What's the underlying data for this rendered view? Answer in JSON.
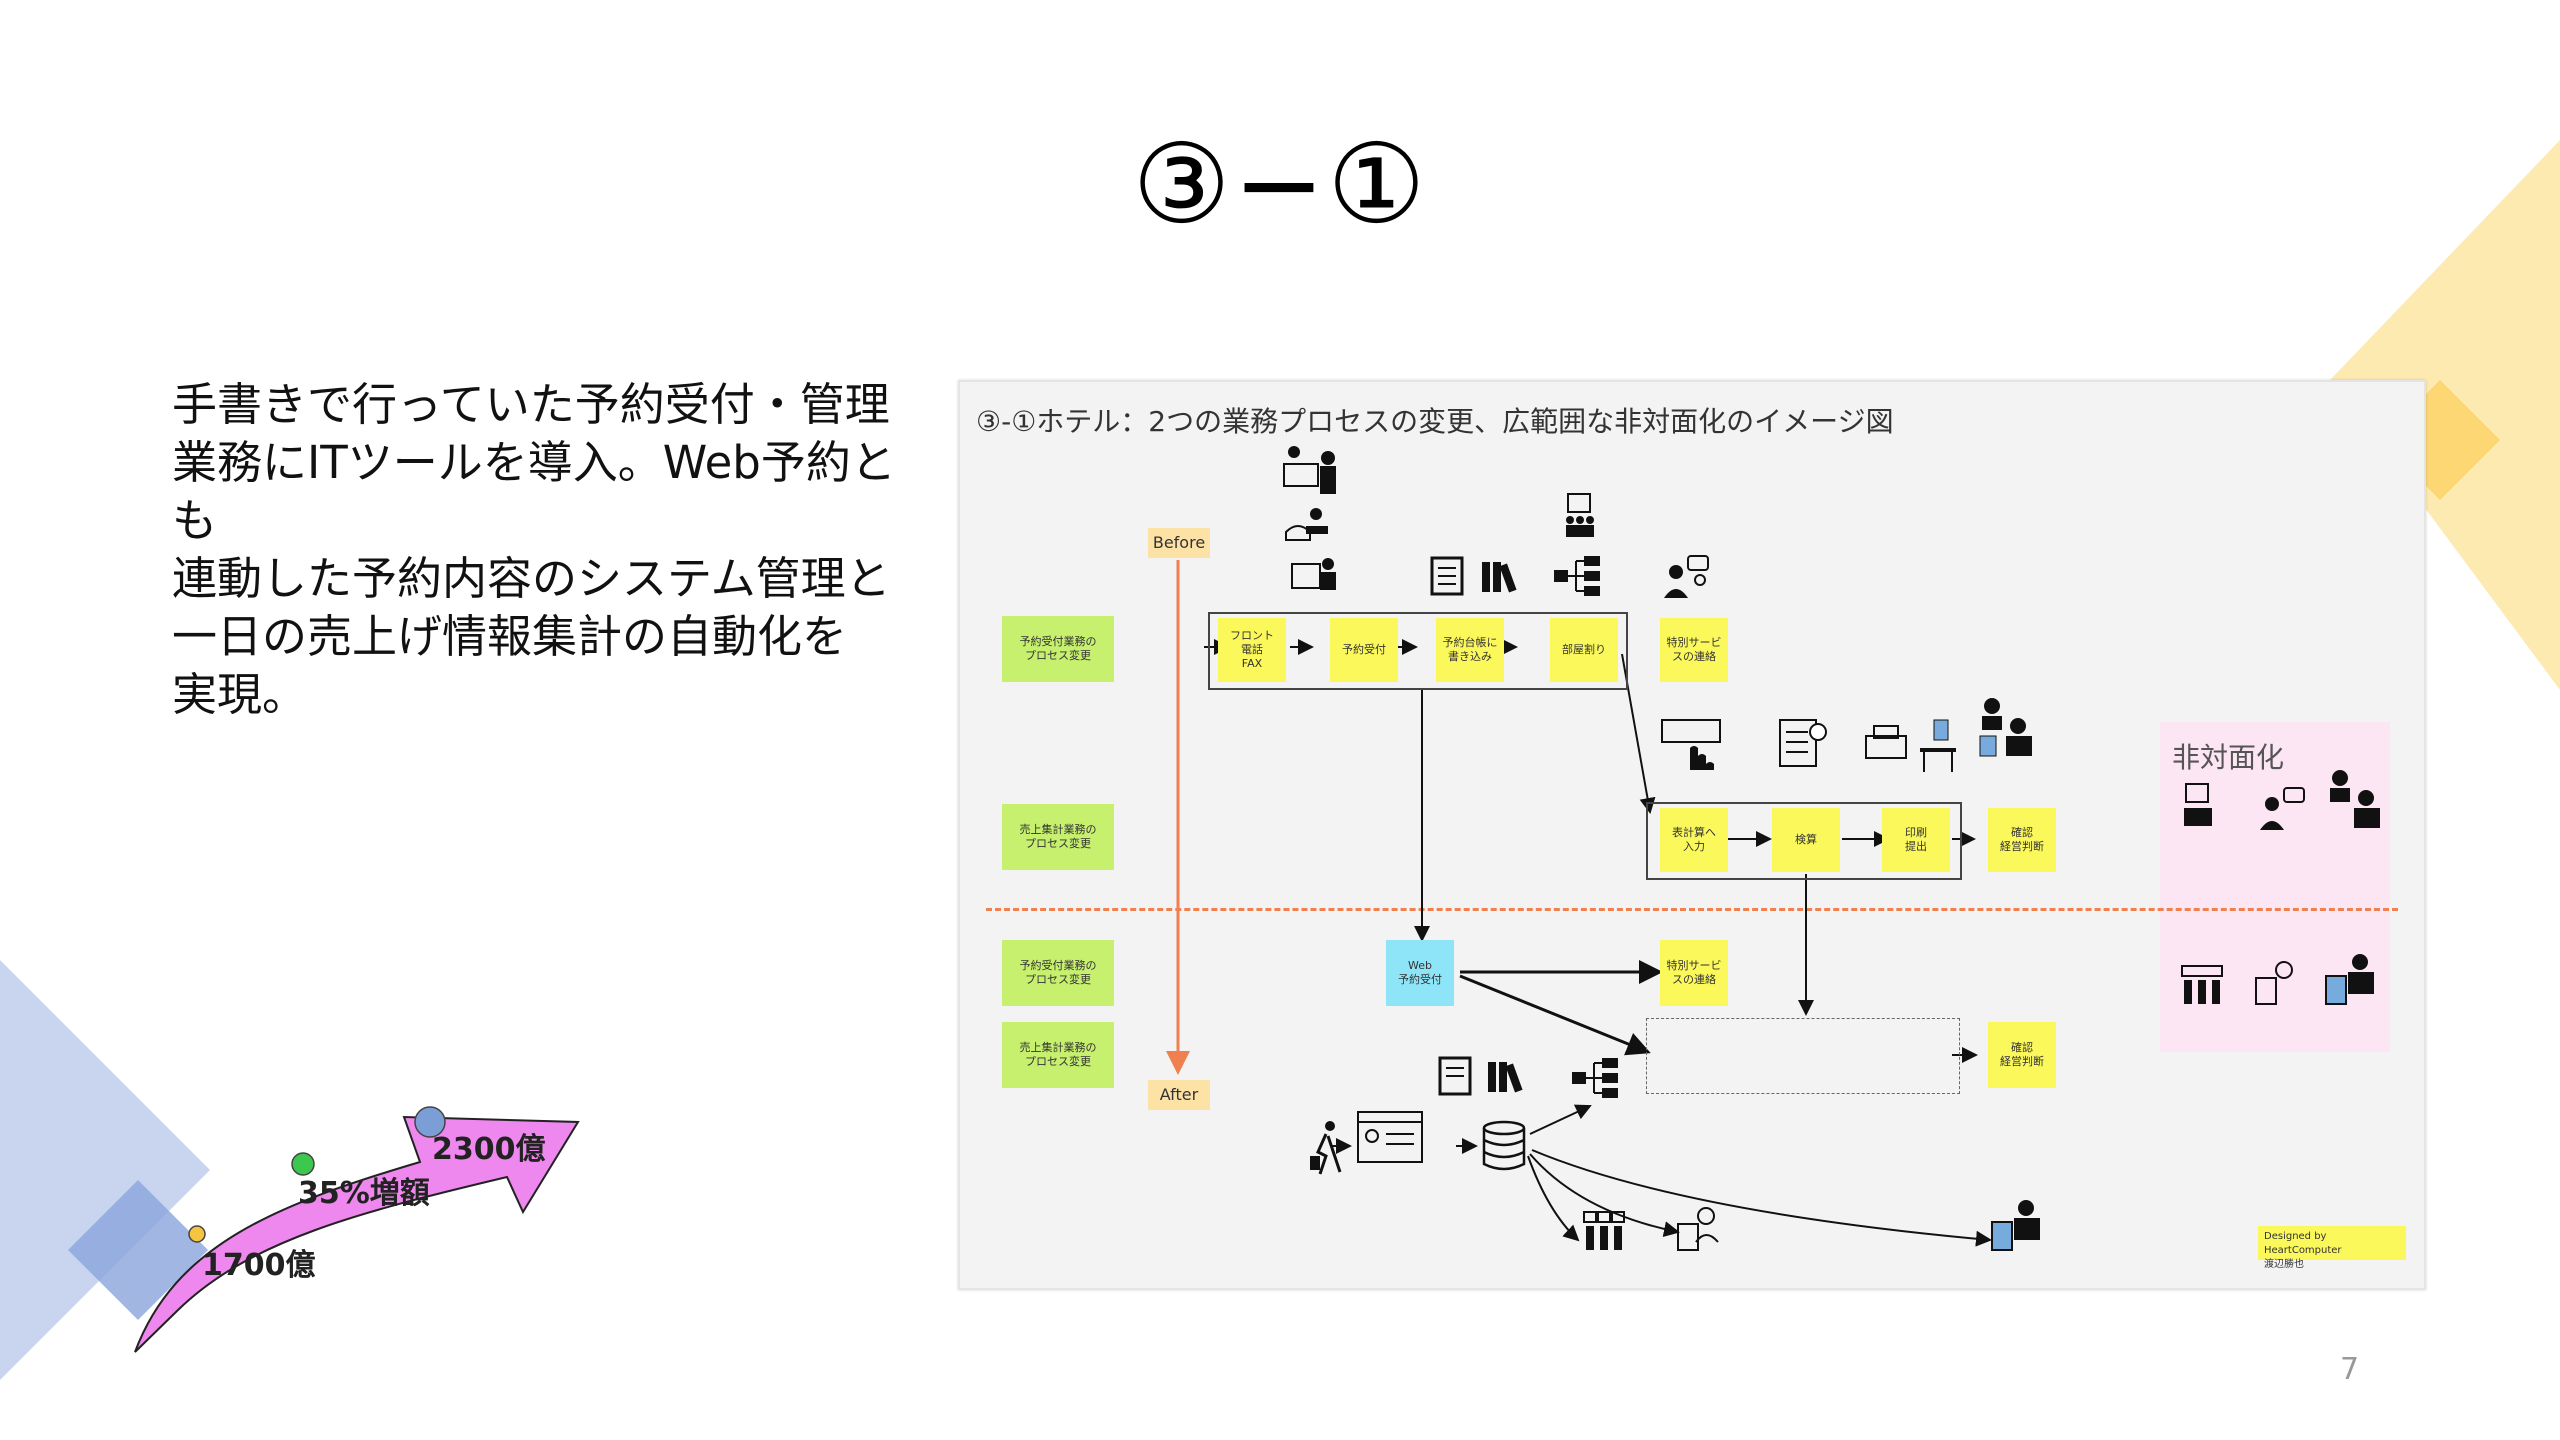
{
  "slide": {
    "title": "③−①",
    "body_text": "手書きで行っていた予約受付・管理\n業務にITツールを導入。Web予約とも\n連動した予約内容のシステム管理と\n一日の売上げ情報集計の自動化を\n実現。",
    "page_number": "7"
  },
  "growth": {
    "start_label": "1700億",
    "mid_label": "35%増額",
    "end_label": "2300億",
    "arrow_color": "#ee88ee",
    "dot_colors": [
      "#f5c542",
      "#3cc74f",
      "#7b9ed6"
    ]
  },
  "diagram": {
    "title": "③-①ホテル：2つの業務プロセスの変更、広範囲な非対面化のイメージ図",
    "before_label": "Before",
    "after_label": "After",
    "rows": {
      "before_reservation": "予約受付業務の\nプロセス変更",
      "before_sales": "売上集計業務の\nプロセス変更",
      "after_reservation": "予約受付業務の\nプロセス変更",
      "after_sales": "売上集計業務の\nプロセス変更"
    },
    "before_flow": [
      "フロント\n電話\nFAX",
      "予約受付",
      "予約台帳に\n書き込み",
      "部屋割り",
      "特別サービ\nスの連絡"
    ],
    "sales_flow": [
      "表計算へ\n入力",
      "検算",
      "印刷\n提出",
      "確認\n経営判断"
    ],
    "after_flow": {
      "web": "Web\n予約受付",
      "special": "特別サービ\nスの連絡",
      "decision": "確認\n経営判断"
    },
    "non_face_label": "非対面化",
    "credit": "Designed by HeartComputer\n渡辺勝也",
    "colors": {
      "green": "#c6f06e",
      "yellow": "#fbf85c",
      "cyan": "#8ee5f8",
      "orange_dash": "#f08050",
      "pink_zone": "#fde6f3"
    },
    "icons": [
      "reception-staff-icon",
      "phone-operator-icon",
      "fax-operator-icon",
      "document-icon",
      "binders-icon",
      "org-chart-icon",
      "qr-people-icon",
      "consultant-icon",
      "keyboard-hand-icon",
      "checklist-icon",
      "printer-icon",
      "business-people-icon",
      "traveler-icon",
      "web-form-icon",
      "database-icon",
      "people-group-icon",
      "tablet-chef-icon",
      "tablet-manager-icon"
    ]
  }
}
